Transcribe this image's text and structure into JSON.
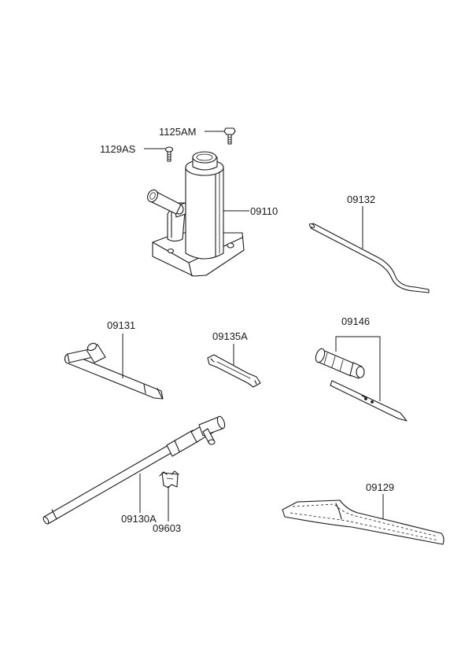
{
  "callouts": {
    "bolt_1125am": "1125AM",
    "bolt_1129as": "1129AS",
    "jack": "09110",
    "jack_handle": "09132",
    "wheel_wrench": "09131",
    "spanner": "09135A",
    "screwdriver": "09146",
    "extension_bar": "09130A",
    "clip": "09603",
    "tool_bag": "09129"
  }
}
